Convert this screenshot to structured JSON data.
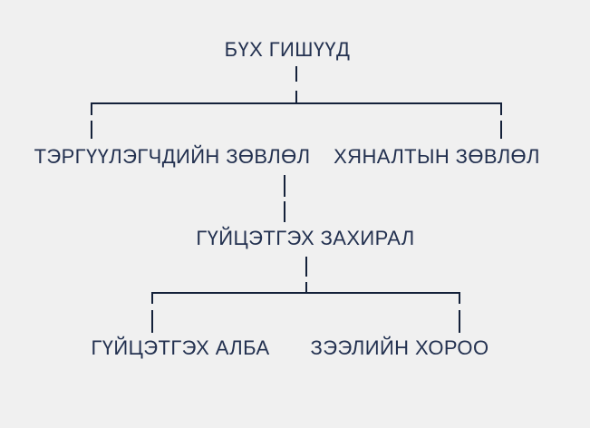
{
  "colors": {
    "background": "#f0f0f0",
    "line": "#14213a",
    "text": "#233150"
  },
  "org_chart": {
    "type": "org-tree",
    "root": {
      "label": "БҮХ ГИШҮҮД"
    },
    "level_2": [
      {
        "label": "ТЭРГҮҮЛЭГЧДИЙН ЗӨВЛӨЛ"
      },
      {
        "label": "ХЯНАЛТЫН ЗӨВЛӨЛ"
      }
    ],
    "level_3": {
      "label": "ГҮЙЦЭТГЭХ ЗАХИРАЛ"
    },
    "level_4": [
      {
        "label": "ГҮЙЦЭТГЭХ АЛБА"
      },
      {
        "label": "ЗЭЭЛИЙН ХОРОО"
      }
    ],
    "edges": [
      {
        "from": "БҮХ ГИШҮҮД",
        "to": "ТЭРГҮҮЛЭГЧДИЙН ЗӨВЛӨЛ"
      },
      {
        "from": "БҮХ ГИШҮҮД",
        "to": "ХЯНАЛТЫН ЗӨВЛӨЛ"
      },
      {
        "from": "ТЭРГҮҮЛЭГЧДИЙН ЗӨВЛӨЛ",
        "to": "ГҮЙЦЭТГЭХ ЗАХИРАЛ"
      },
      {
        "from": "ГҮЙЦЭТГЭХ ЗАХИРАЛ",
        "to": "ГҮЙЦЭТГЭХ АЛБА"
      },
      {
        "from": "ГҮЙЦЭТГЭХ ЗАХИРАЛ",
        "to": "ЗЭЭЛИЙН ХОРОО"
      }
    ]
  }
}
